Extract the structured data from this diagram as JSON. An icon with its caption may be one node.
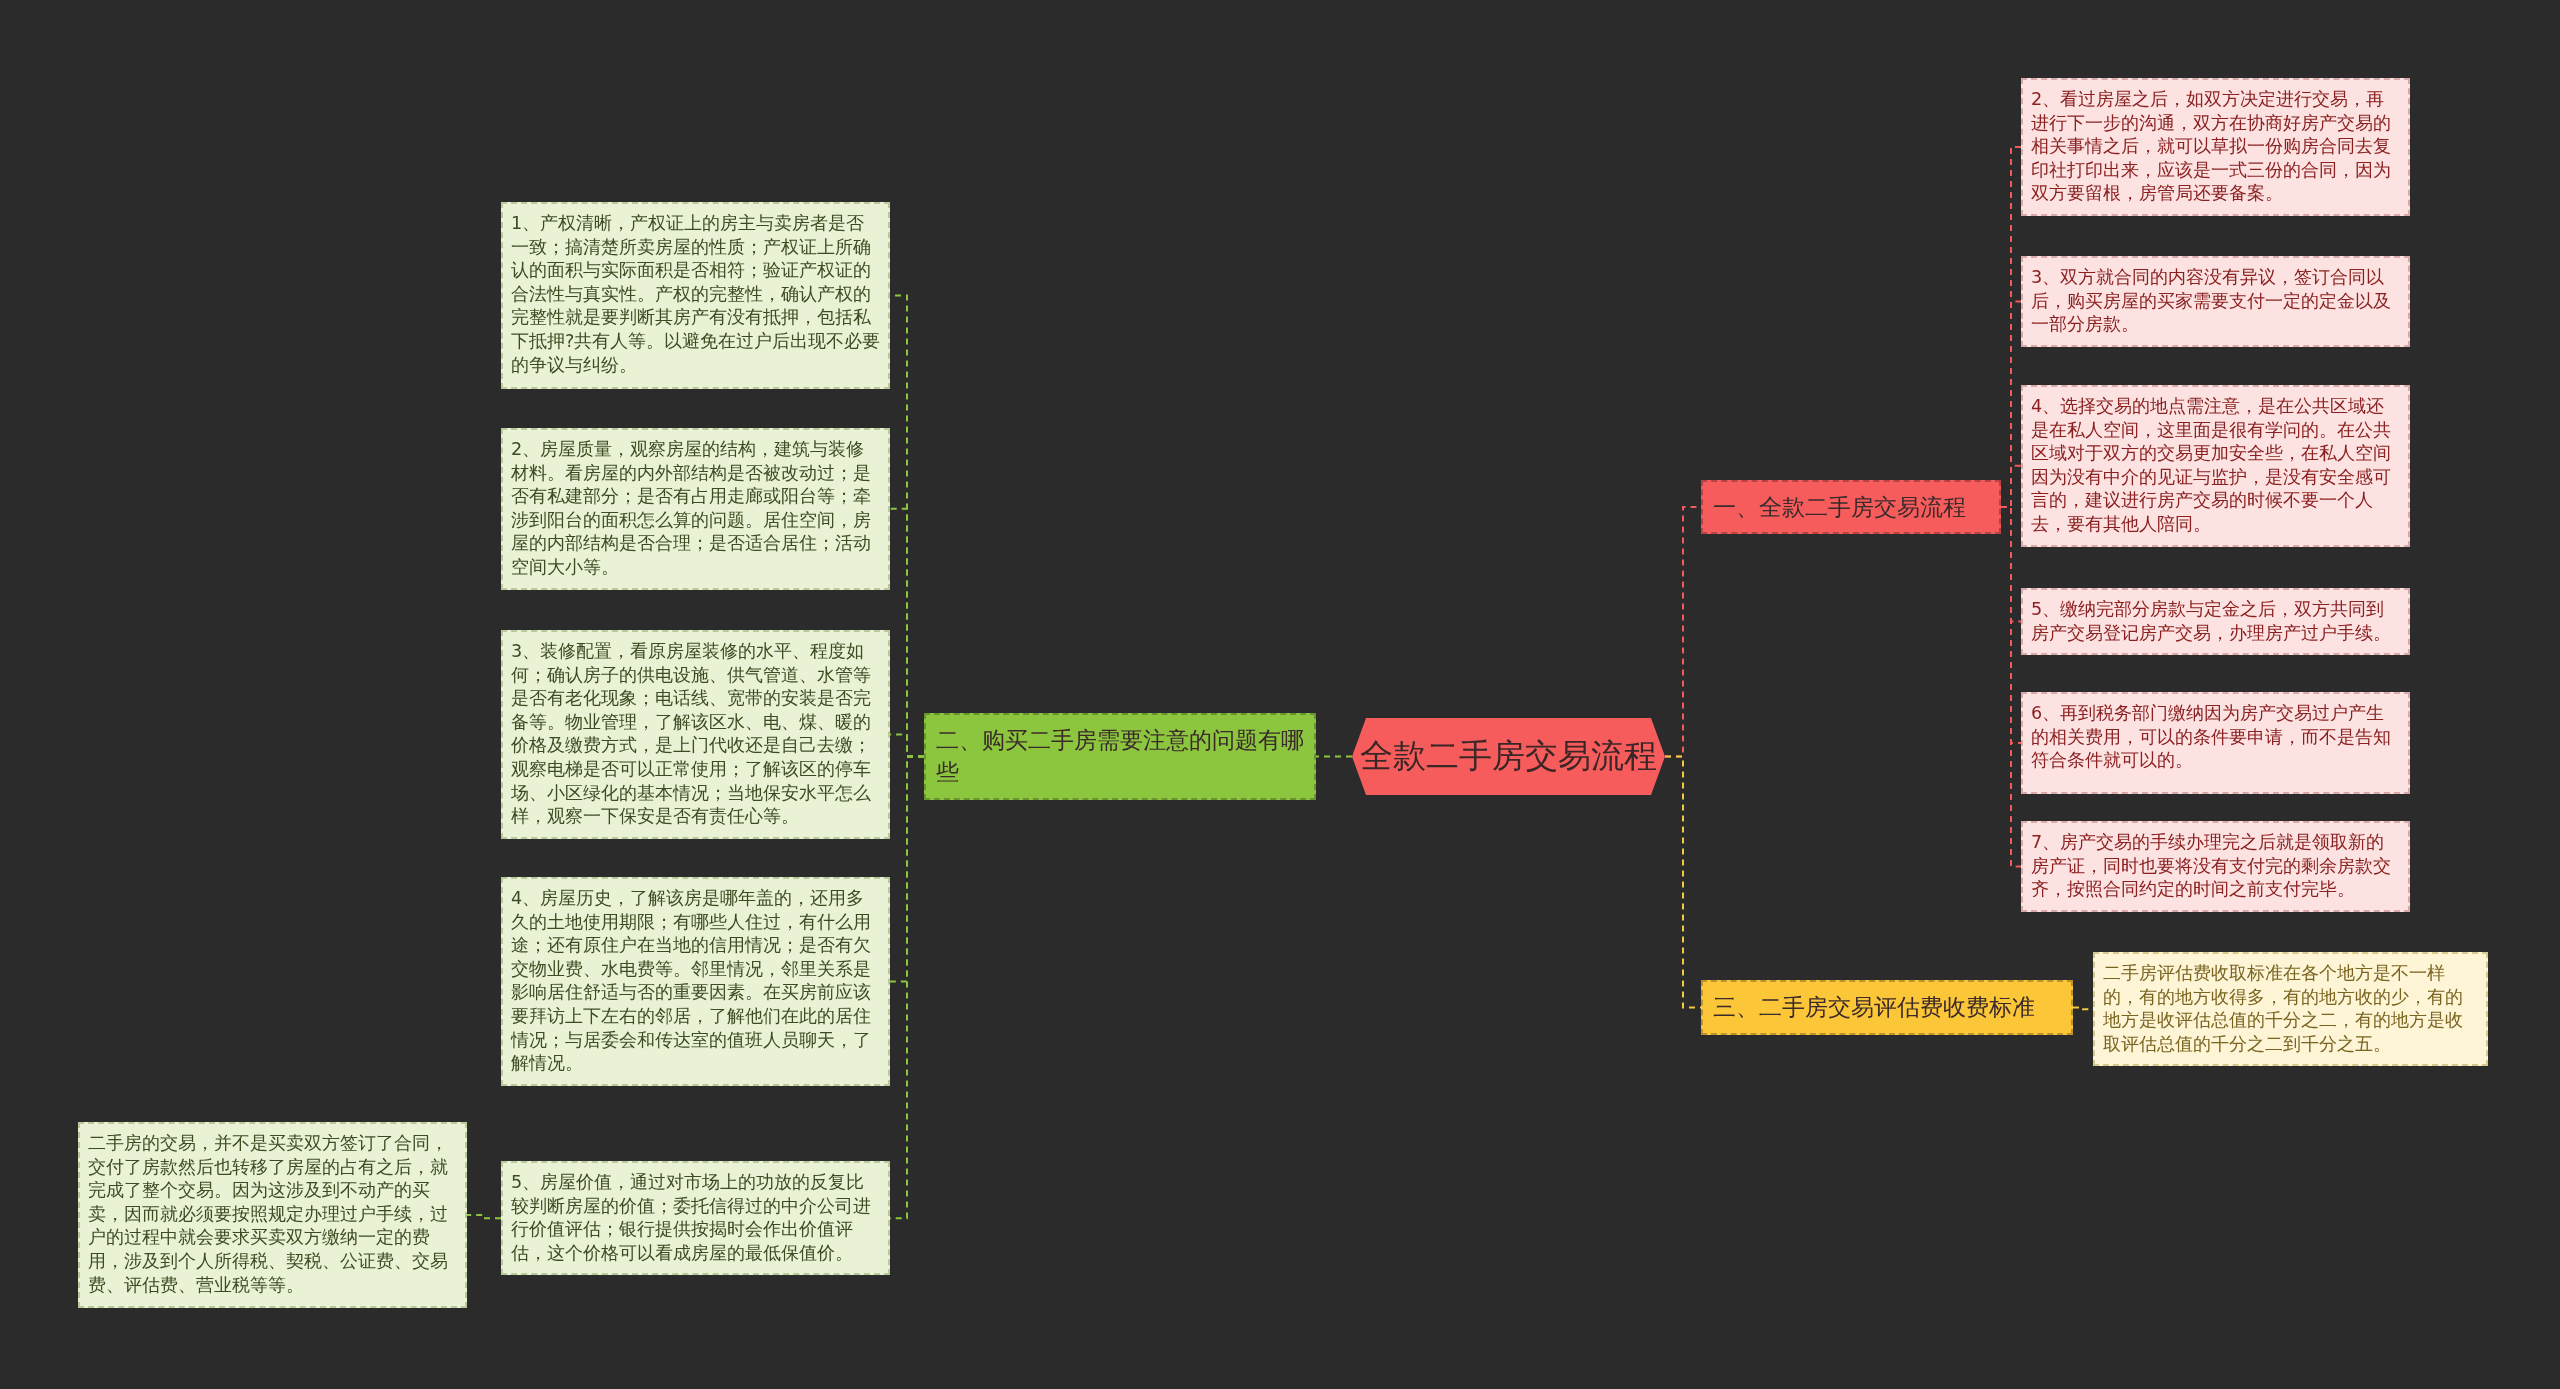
{
  "diagram": {
    "nodes": [
      {
        "text": [
          "全款二手房交易流程"
        ]
      },
      {
        "text": [
          "一、全款二手房交易流程"
        ]
      },
      {
        "text": [
          "2、看过房屋之后，如双方决定进行交易，再进行下一步的沟通，双方在协商好房产交易的相关事情之后，就可以草拟一份购房合同去复印社打印出来，应该是一式三份的合同，因为双方要留根，房管局还要备案。"
        ]
      },
      {
        "text": [
          "3、双方就合同的内容没有异议，签订合同以后，购买房屋的买家需要支付一定的定金以及一部分房款。"
        ]
      },
      {
        "text": [
          "4、选择交易的地点需注意，是在公共区域还是在私人空间，这里面是很有学问的。在公共区域对于双方的交易更加安全些，在私人空间因为没有中介的见证与监护，是没有安全感可言的，建议进行房产交易的时候不要一个人去，要有其他人陪同。"
        ]
      },
      {
        "text": [
          "5、缴纳完部分房款与定金之后，双方共同到房产交易登记房产交易，办理房产过户手续。"
        ]
      },
      {
        "text": [
          "6、再到税务部门缴纳因为房产交易过户产生的相关费用，可以的条件要申请，而不是告知符合条件就可以的。"
        ]
      },
      {
        "text": [
          "7、房产交易的手续办理完之后就是领取新的房产证，同时也要将没有支付完的剩余房款交齐，按照合同约定的时间之前支付完毕。"
        ]
      },
      {
        "text": [
          "二、购买二手房需要注意的问题有哪些"
        ]
      },
      {
        "text": [
          "1、产权清晰，产权证上的房主与卖房者是否一致；搞清楚所卖房屋的性质；产权证上所确认的面积与实际面积是否相符；验证产权证的合法性与真实性。产权的完整性，确认产权的完整性就是要判断其房产有没有抵押，包括私下抵押?共有人等。以避免在过户后出现不必要的争议与纠纷。"
        ]
      },
      {
        "text": [
          "2、房屋质量，观察房屋的结构，建筑与装修材料。看房屋的内外部结构是否被改动过；是否有私建部分；是否有占用走廊或阳台等；牵涉到阳台的面积怎么算的问题。居住空间，房屋的内部结构是否合理；是否适合居住；活动空间大小等。"
        ]
      },
      {
        "text": [
          "3、装修配置，看原房屋装修的水平、程度如何；确认房子的供电设施、供气管道、水管等是否有老化现象；电话线、宽带的安装是否完备等。物业管理，了解该区水、电、煤、暖的价格及缴费方式，是上门代收还是自己去缴；观察电梯是否可以正常使用；了解该区的停车场、小区绿化的基本情况；当地保安水平怎么样，观察一下保安是否有责任心等。"
        ]
      },
      {
        "text": [
          "4、房屋历史，了解该房是哪年盖的，还用多久的土地使用期限；有哪些人住过，有什么用途；还有原住户在当地的信用情况；是否有欠交物业费、水电费等。邻里情况，邻里关系是影响居住舒适与否的重要因素。在买房前应该要拜访上下左右的邻居，了解他们在此的居住情况；与居委会和传达室的值班人员聊天，了解情况。"
        ]
      },
      {
        "text": [
          "5、房屋价值，通过对市场上的功放的反复比较判断房屋的价值；委托信得过的中介公司进行价值评估；银行提供按揭时会作出价值评估，这个价格可以看成房屋的最低保值价。"
        ]
      },
      {
        "text": [
          "二手房的交易，并不是买卖双方签订了合同，交付了房款然后也转移了房屋的占有之后，就完成了整个交易。因为这涉及到不动产的买卖，因而就必须要按照规定办理过户手续，过户的过程中就会要求买卖双方缴纳一定的费用，涉及到个人所得税、契税、公证费、交易费、评估费、营业税等等。"
        ]
      },
      {
        "text": [
          "三、二手房交易评估费收费标准"
        ]
      },
      {
        "text": [
          "二手房评估费收取标准在各个地方是不一样的，有的地方收得多，有的地方收的少，有的地方是收评估总值的千分之二，有的地方是收取评估总值的千分之二到千分之五。"
        ]
      }
    ],
    "edges": [
      {
        "from": 0,
        "to": 1,
        "arrow": "none",
        "color": "#f05a5a"
      },
      {
        "from": 1,
        "to": 2,
        "arrow": "none",
        "color": "#f05a5a"
      },
      {
        "from": 1,
        "to": 3,
        "arrow": "none",
        "color": "#f05a5a"
      },
      {
        "from": 1,
        "to": 4,
        "arrow": "none",
        "color": "#f05a5a"
      },
      {
        "from": 1,
        "to": 5,
        "arrow": "none",
        "color": "#f05a5a"
      },
      {
        "from": 1,
        "to": 6,
        "arrow": "none",
        "color": "#f05a5a"
      },
      {
        "from": 1,
        "to": 7,
        "arrow": "none",
        "color": "#f05a5a"
      },
      {
        "from": 0,
        "to": 8,
        "arrow": "none",
        "color": "#8cc63f"
      },
      {
        "from": 8,
        "to": 9,
        "arrow": "none",
        "color": "#8cc63f"
      },
      {
        "from": 8,
        "to": 10,
        "arrow": "none",
        "color": "#8cc63f"
      },
      {
        "from": 8,
        "to": 11,
        "arrow": "none",
        "color": "#8cc63f"
      },
      {
        "from": 8,
        "to": 12,
        "arrow": "none",
        "color": "#8cc63f"
      },
      {
        "from": 8,
        "to": 13,
        "arrow": "none",
        "color": "#8cc63f"
      },
      {
        "from": 13,
        "to": 14,
        "arrow": "none",
        "color": "#8cc63f"
      },
      {
        "from": 0,
        "to": 15,
        "arrow": "none",
        "color": "#f5c842"
      },
      {
        "from": 15,
        "to": 16,
        "arrow": "none",
        "color": "#f5c842"
      }
    ]
  }
}
